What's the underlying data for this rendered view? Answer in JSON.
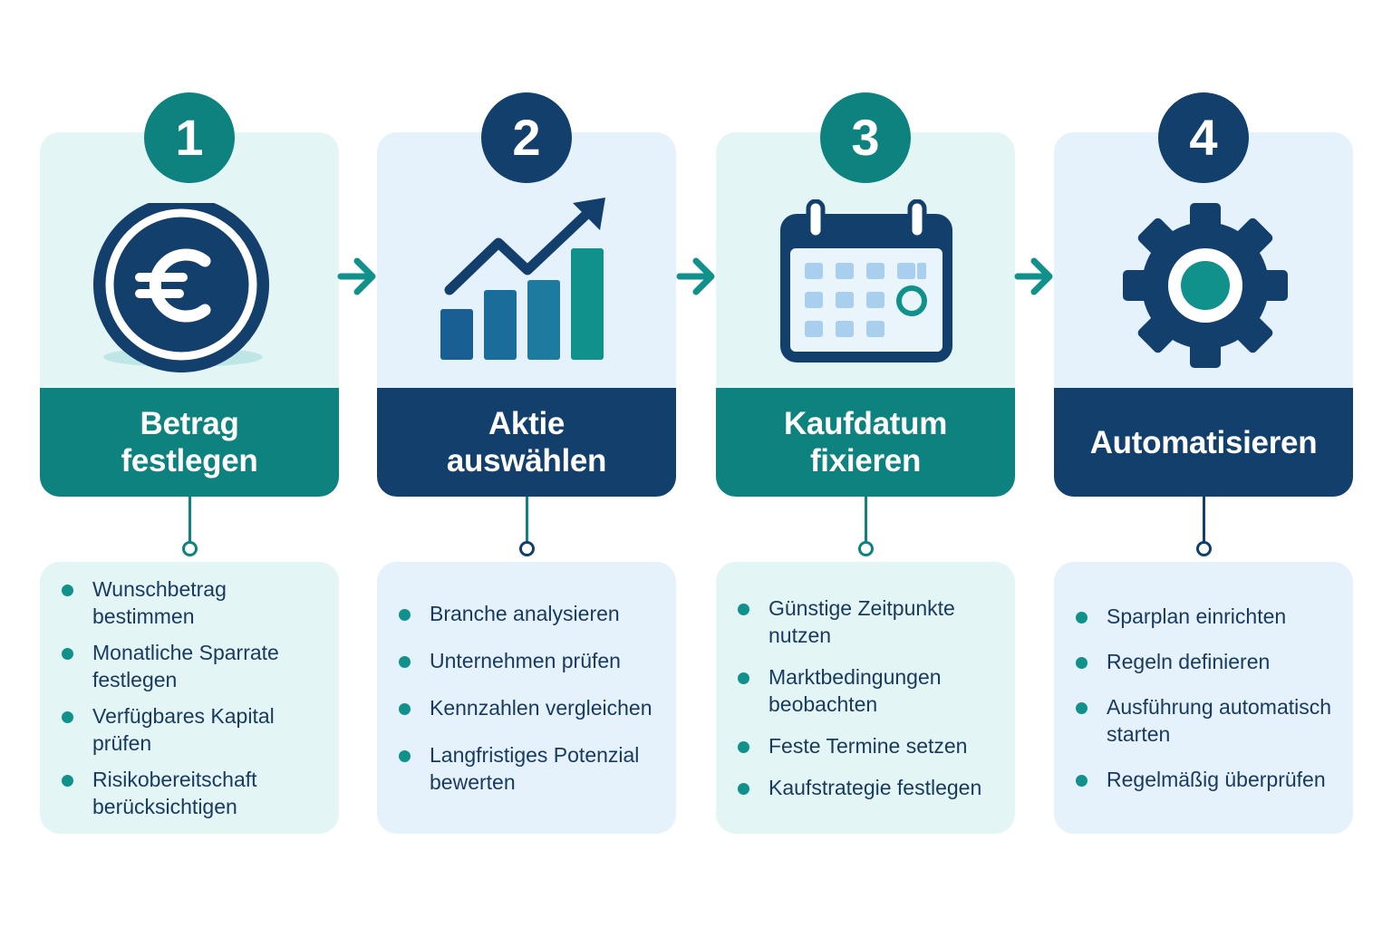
{
  "colors": {
    "teal": "#0e827f",
    "navy": "#133f6d",
    "bullet": "#10918c",
    "card_light_1": "#e4f5f5",
    "card_light_2": "#e5f1fb"
  },
  "steps": [
    {
      "number": "1",
      "title": "Betrag\nfestlegen",
      "icon": "euro-coin-icon",
      "bullets": [
        "Wunschbetrag\nbestimmen",
        "Monatliche Sparrate\nfestlegen",
        "Verfügbares Kapital\nprüfen",
        "Risikobereitschaft\nberücksichtigen"
      ]
    },
    {
      "number": "2",
      "title": "Aktie\nauswählen",
      "icon": "growth-chart-icon",
      "bullets": [
        "Branche analysieren",
        "Unternehmen prüfen",
        "Kennzahlen vergleichen",
        "Langfristiges Potenzial\nbewerten"
      ]
    },
    {
      "number": "3",
      "title": "Kaufdatum\nfixieren",
      "icon": "calendar-icon",
      "bullets": [
        "Günstige Zeitpunkte\nnutzen",
        "Marktbedingungen\nbeobachten",
        "Feste Termine setzen",
        "Kaufstrategie festlegen"
      ]
    },
    {
      "number": "4",
      "title": "Automatisieren",
      "icon": "gear-icon",
      "bullets": [
        "Sparplan einrichten",
        "Regeln definieren",
        "Ausführung automatisch\nstarten",
        "Regelmäßig überprüfen"
      ]
    }
  ]
}
